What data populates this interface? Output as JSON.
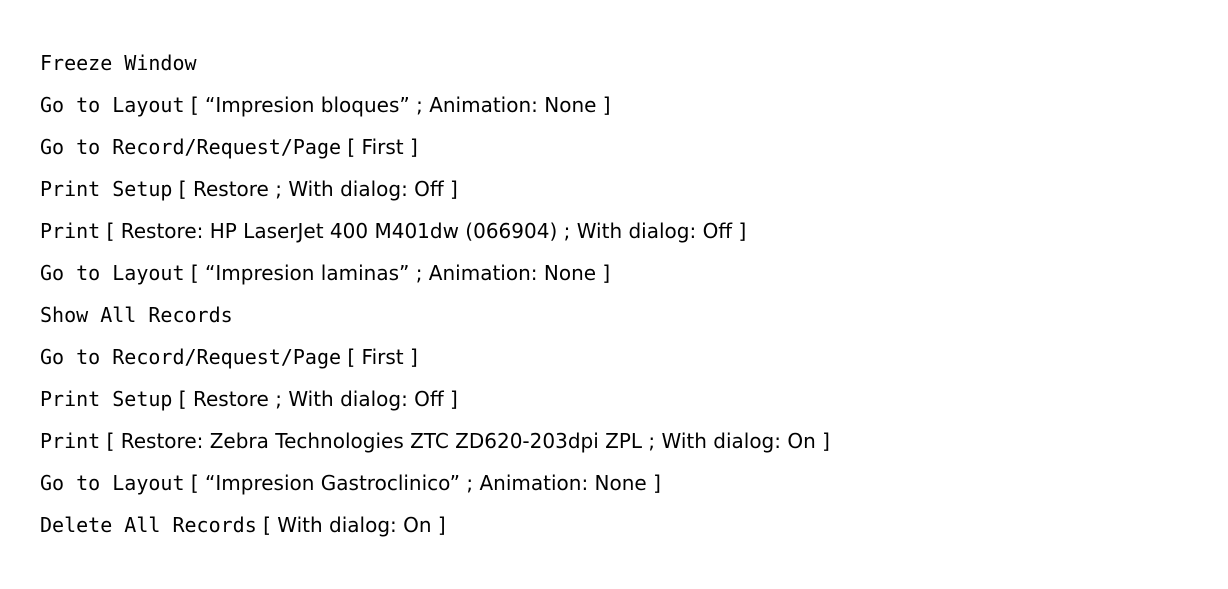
{
  "script": {
    "steps": [
      {
        "name": "Freeze Window",
        "params": ""
      },
      {
        "name": "Go to Layout",
        "params": " [ “Impresion bloques” ; Animation: None ]"
      },
      {
        "name": "Go to Record/Request/Page",
        "params": " [ First ]"
      },
      {
        "name": "Print Setup",
        "params": " [ Restore ; With dialog: Off ]"
      },
      {
        "name": "Print",
        "params": " [ Restore: HP LaserJet 400 M401dw (066904) ; With dialog: Off ]"
      },
      {
        "name": "Go to Layout",
        "params": " [ “Impresion laminas” ; Animation: None ]"
      },
      {
        "name": "Show All Records",
        "params": ""
      },
      {
        "name": "Go to Record/Request/Page",
        "params": " [ First ]"
      },
      {
        "name": "Print Setup",
        "params": " [ Restore ; With dialog: Off ]"
      },
      {
        "name": "Print",
        "params": " [ Restore: Zebra Technologies ZTC ZD620-203dpi ZPL ; With dialog: On ]"
      },
      {
        "name": "Go to Layout",
        "params": " [ “Impresion Gastroclinico” ; Animation: None ]"
      },
      {
        "name": "Delete All Records",
        "params": " [ With dialog: On ]"
      }
    ]
  }
}
